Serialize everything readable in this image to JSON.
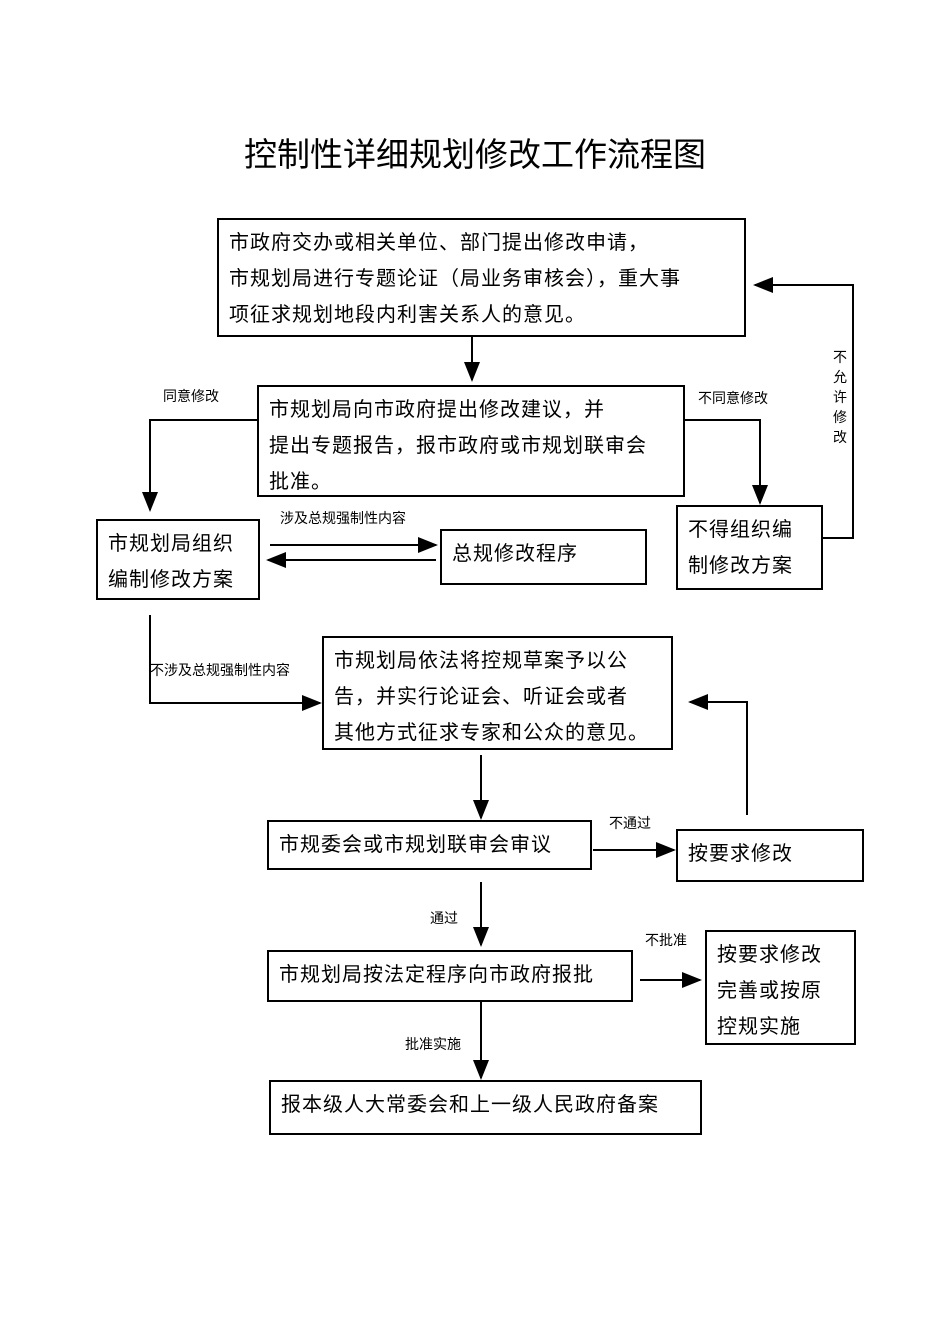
{
  "title": "控制性详细规划修改工作流程图",
  "nodes": {
    "n1": [
      "市政府交办或相关单位、部门提出修改申请，",
      "市规划局进行专题论证（局业务审核会），重大事",
      "项征求规划地段内利害关系人的意见。"
    ],
    "n2": [
      "市规划局向市政府提出修改建议，并",
      "提出专题报告，报市政府或市规划联审会",
      "批准。"
    ],
    "n3": [
      "市规划局组织",
      "编制修改方案"
    ],
    "n4": "总规修改程序",
    "n5": [
      "不得组织编",
      "制修改方案"
    ],
    "n6": [
      "市规划局依法将控规草案予以公",
      "告，并实行论证会、听证会或者",
      "其他方式征求专家和公众的意见。"
    ],
    "n7": "市规委会或市规划联审会审议",
    "n8": "按要求修改",
    "n9": "市规划局按法定程序向市政府报批",
    "n10": [
      "按要求修改",
      "完善或按原",
      "控规实施"
    ],
    "n11": "报本级人大常委会和上一级人民政府备案"
  },
  "labels": {
    "agree": "同意修改",
    "disagree": "不同意修改",
    "not_allowed": "不允许修改",
    "involves": "涉及总规强制性内容",
    "not_involves": "不涉及总规强制性内容",
    "fail": "不通过",
    "pass": "通过",
    "not_approved": "不批准",
    "approved": "批准实施"
  }
}
